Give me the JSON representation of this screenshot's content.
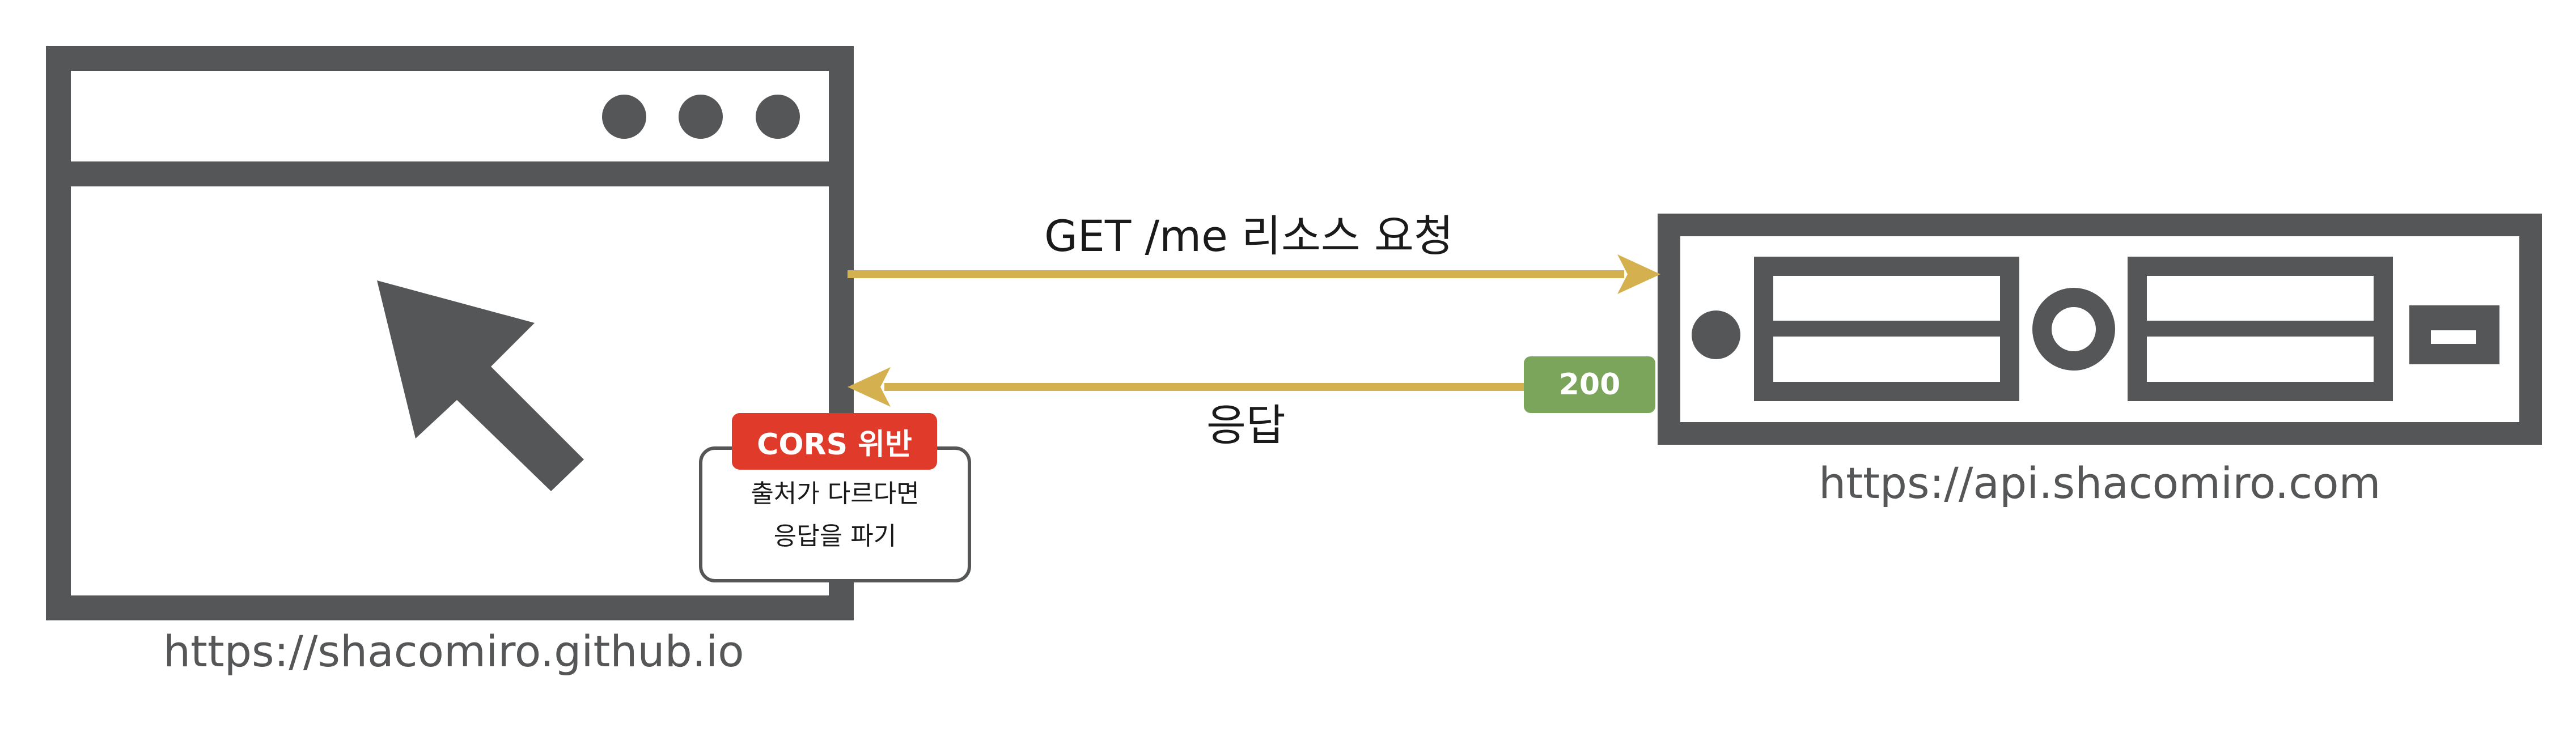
{
  "colors": {
    "outline": "#555657",
    "arrow": "#d4b04e",
    "status_ok": "#7aa55a",
    "error": "#e03a2a",
    "text": "#1a1a1a"
  },
  "client": {
    "icon": "browser-window-icon",
    "url": "https://shacomiro.github.io"
  },
  "server": {
    "icon": "server-rack-icon",
    "url": "https://api.shacomiro.com"
  },
  "request": {
    "label": "GET /me 리소스 요청"
  },
  "response": {
    "label": "응답",
    "status": "200"
  },
  "cors_note": {
    "badge": "CORS 위반",
    "line1": "출처가 다르다면",
    "line2": "응답을 파기"
  }
}
